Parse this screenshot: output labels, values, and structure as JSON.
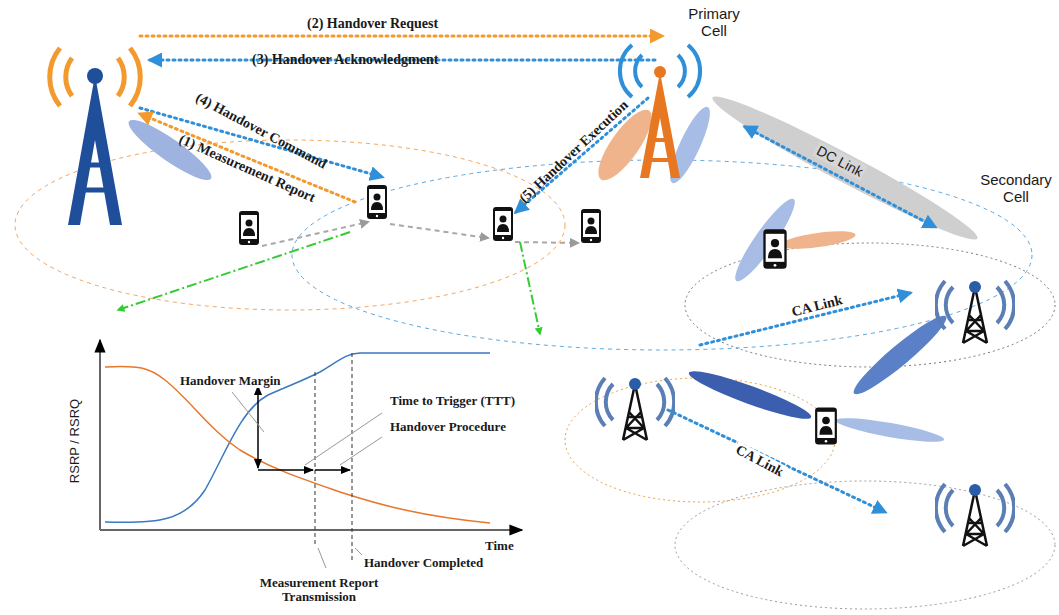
{
  "diagram": {
    "nodes": [
      {
        "text": [
          "Primary Cell"
        ]
      },
      {
        "text": [
          "Secondary Cell"
        ]
      }
    ],
    "edges": [
      {
        "from": 0,
        "to": 1,
        "label": "DC Link",
        "arrow": "both"
      }
    ],
    "labels": [
      "(2) Handover Request",
      "(3) Handover Acknowledgment",
      "(4) Handover Command",
      "(1) Measurement Report",
      "(5) Handover Execution",
      "CA Link",
      "CA Link",
      "RSRP / RSRQ",
      "Handover Margin",
      "Time to Trigger (TTT)",
      "Handover Procedure",
      "Time",
      "Handover Completed",
      "Measurement Report Transmission"
    ]
  }
}
